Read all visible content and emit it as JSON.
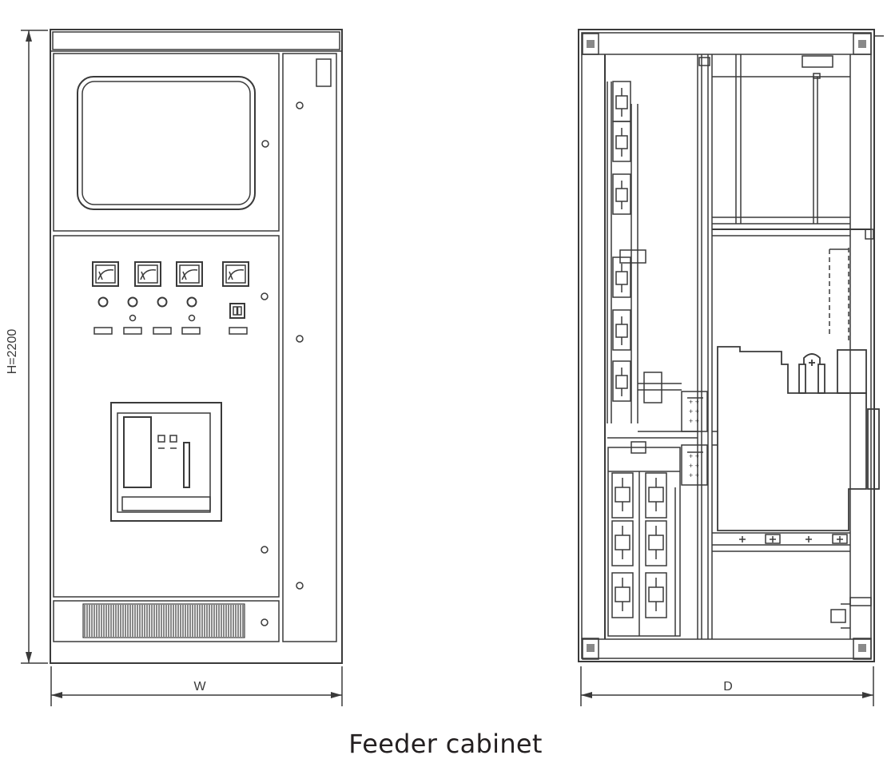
{
  "diagram": {
    "caption": "Feeder cabinet",
    "front_view": {
      "height_label": "H=2200",
      "width_label": "W"
    },
    "side_view": {
      "depth_label": "D"
    }
  },
  "colors": {
    "line": "#3a3a3a",
    "background": "#ffffff"
  }
}
